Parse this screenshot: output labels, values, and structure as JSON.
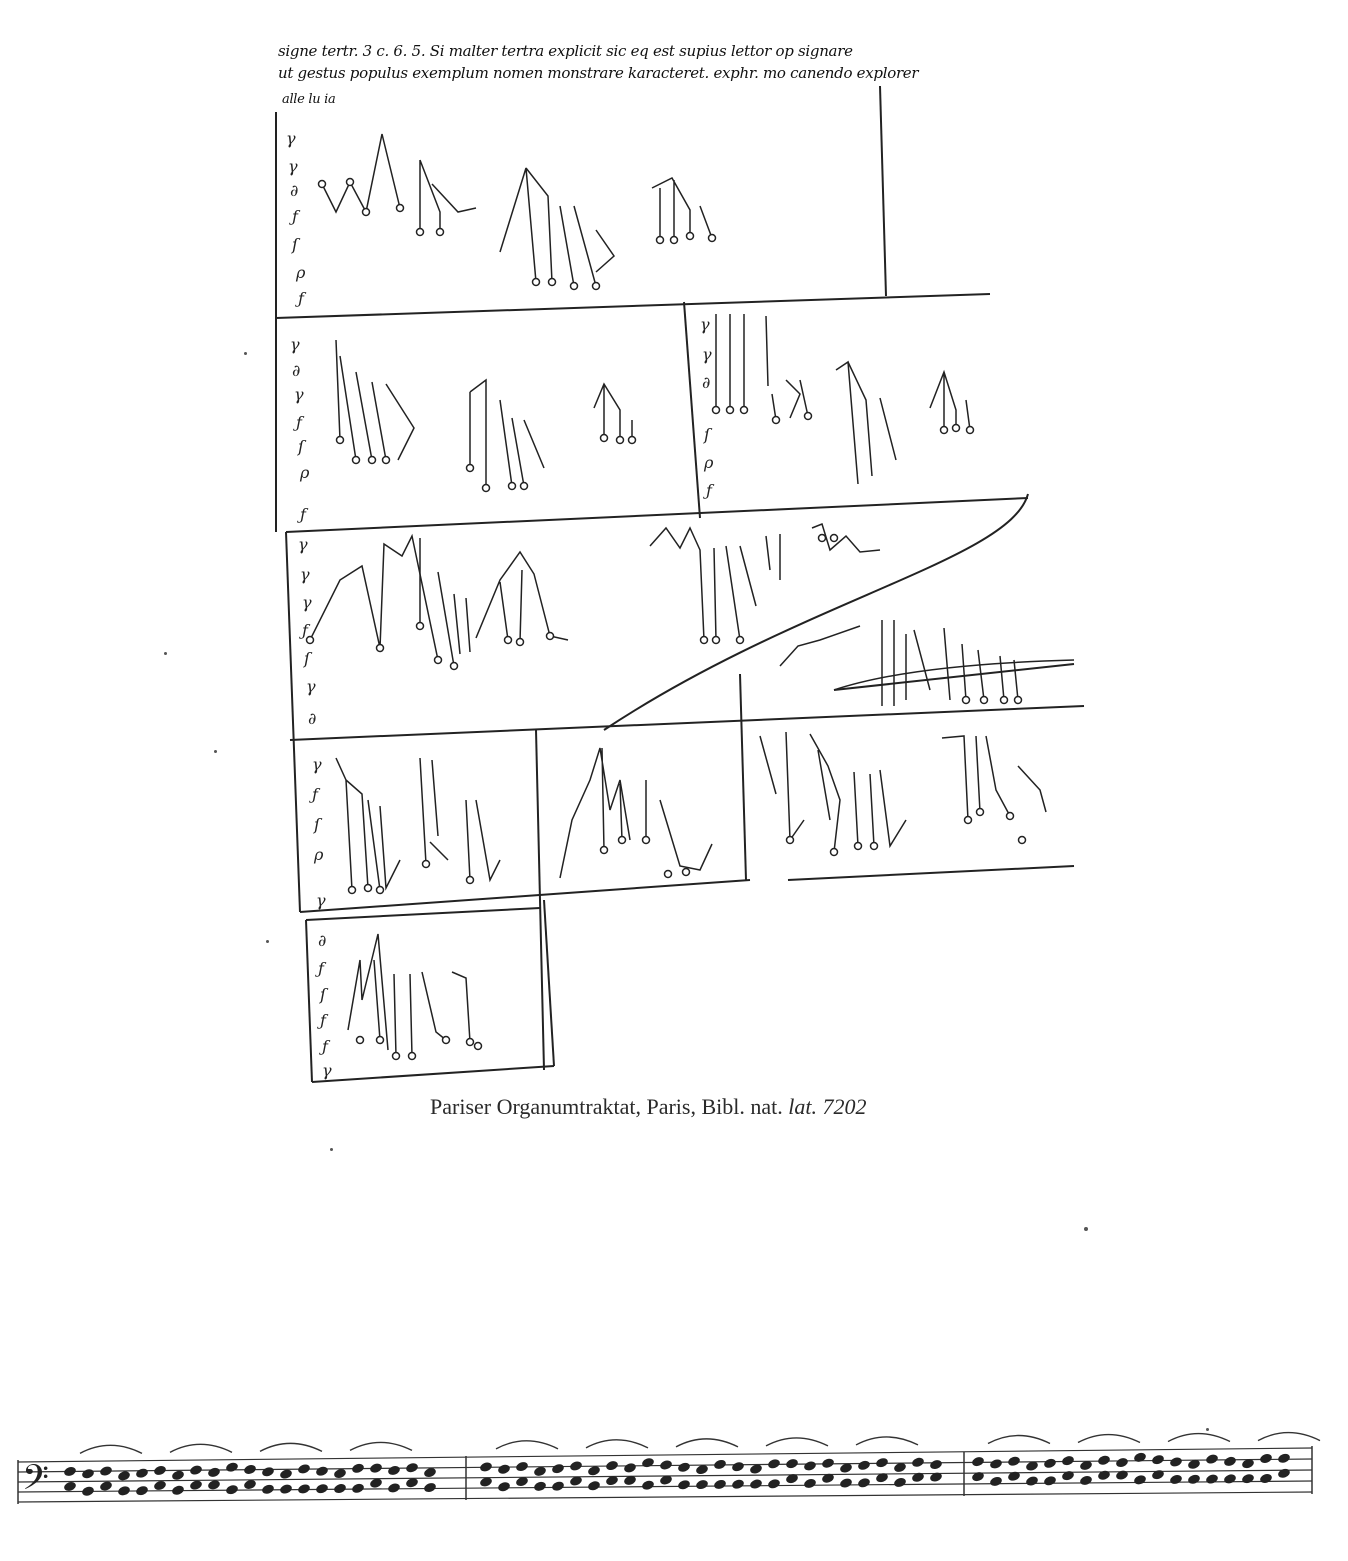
{
  "header": {
    "line1": "signe tertr. 3 c. 6. 5.  Si malter tertra explicit sic eq est supius lettor op signare",
    "line2": "ut gestus populus exemplum nomen monstrare karacteret. exphr. mo canendo explorer",
    "line3": "alle lu ia"
  },
  "caption": {
    "main": "Pariser Organumtraktat, Paris, Bibl. nat.",
    "italic": "lat.",
    "number": "7202"
  },
  "staff": {
    "clef": "bass-clef"
  }
}
